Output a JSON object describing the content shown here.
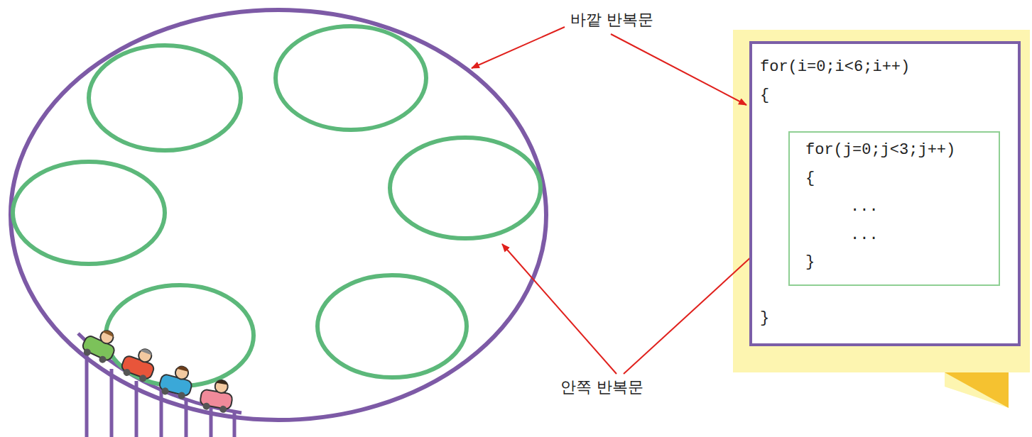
{
  "diagram": {
    "nodes": [
      {
        "text": [
          "for(i=0;i<6;i++)",
          "{",
          "}"
        ]
      },
      {
        "text": [
          "for(j=0;j<3;j++)",
          "{",
          "...",
          "...",
          "}"
        ],
        "in": 0
      }
    ],
    "labels": [
      "바깥 반복문",
      "안쪽 반복문"
    ]
  }
}
